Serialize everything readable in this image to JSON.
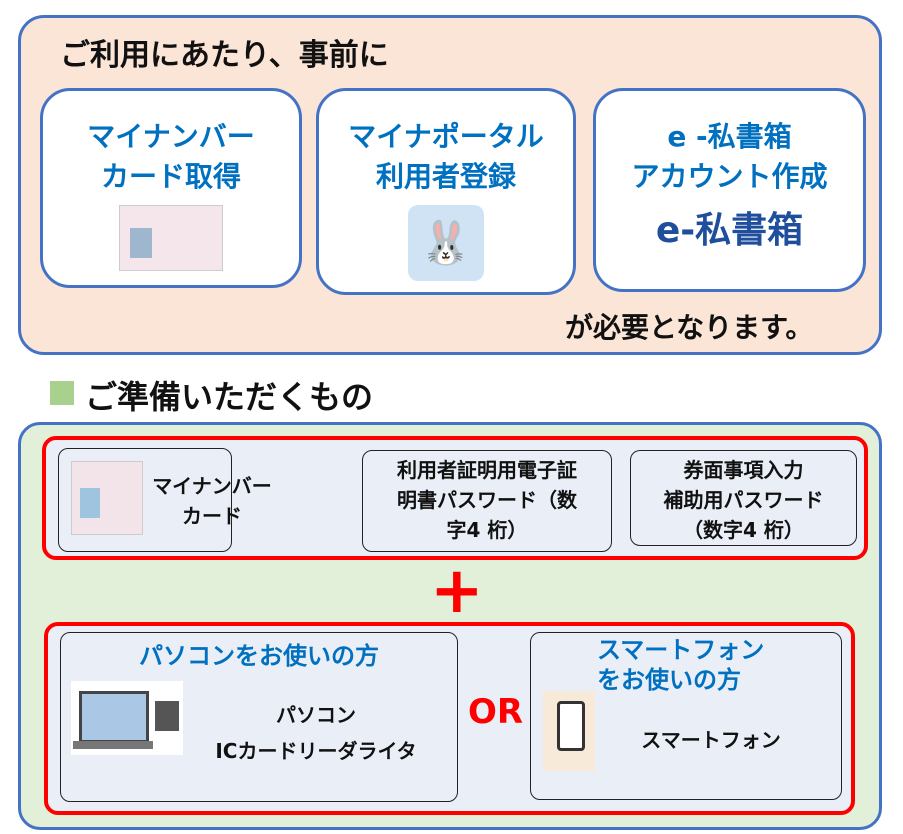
{
  "top": {
    "title": "ご利用にあたり、事前に",
    "footer": "が必要となります。",
    "items": [
      {
        "line1": "マイナンバー",
        "line2": "カード取得"
      },
      {
        "line1": "マイナポータル",
        "line2": "利用者登録"
      },
      {
        "line1": "e -私書箱",
        "line2": "アカウント作成",
        "logo": "e-私書箱"
      }
    ]
  },
  "prep": {
    "title": "ご準備いただくもの",
    "items": [
      {
        "line1": "マイナンバー",
        "line2": "カード"
      },
      {
        "line1": "利用者証明用電子証",
        "line2": "明書パスワード（数",
        "line3": "字4 桁）"
      },
      {
        "line1": "券面事項入力",
        "line2": "補助用パスワード",
        "line3": "（数字4 桁）"
      }
    ],
    "plus": "+",
    "or": "OR",
    "pc": {
      "title": "パソコンをお使いの方",
      "line1": "パソコン",
      "line2": "ICカードリーダライタ"
    },
    "sp": {
      "title1": "スマートフォン",
      "title2": "をお使いの方",
      "label": "スマートフォン"
    }
  },
  "colors": {
    "accent": "#4472c4",
    "text_blue": "#0070c0",
    "red": "#ff0000"
  }
}
